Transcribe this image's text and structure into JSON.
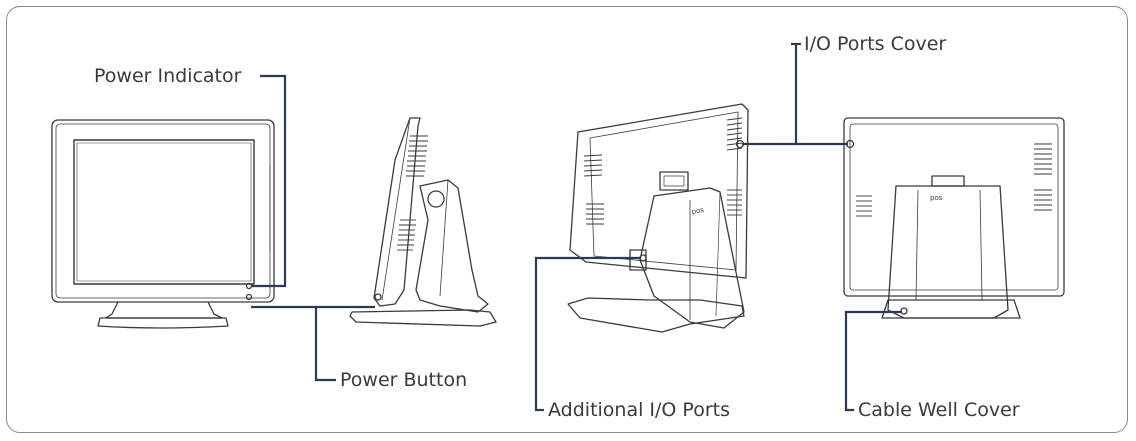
{
  "labels": {
    "power_indicator": "Power Indicator",
    "power_button": "Power Button",
    "io_ports_cover": "I/O Ports Cover",
    "additional_io_ports": "Additional I/O Ports",
    "cable_well_cover": "Cable Well Cover"
  },
  "branding": {
    "stand_logo": "pos"
  },
  "colors": {
    "callout_line": "#2d3a55",
    "drawing_stroke": "#3a3a3a",
    "frame_border": "#8a8a8a",
    "text": "#3a3a3a"
  }
}
